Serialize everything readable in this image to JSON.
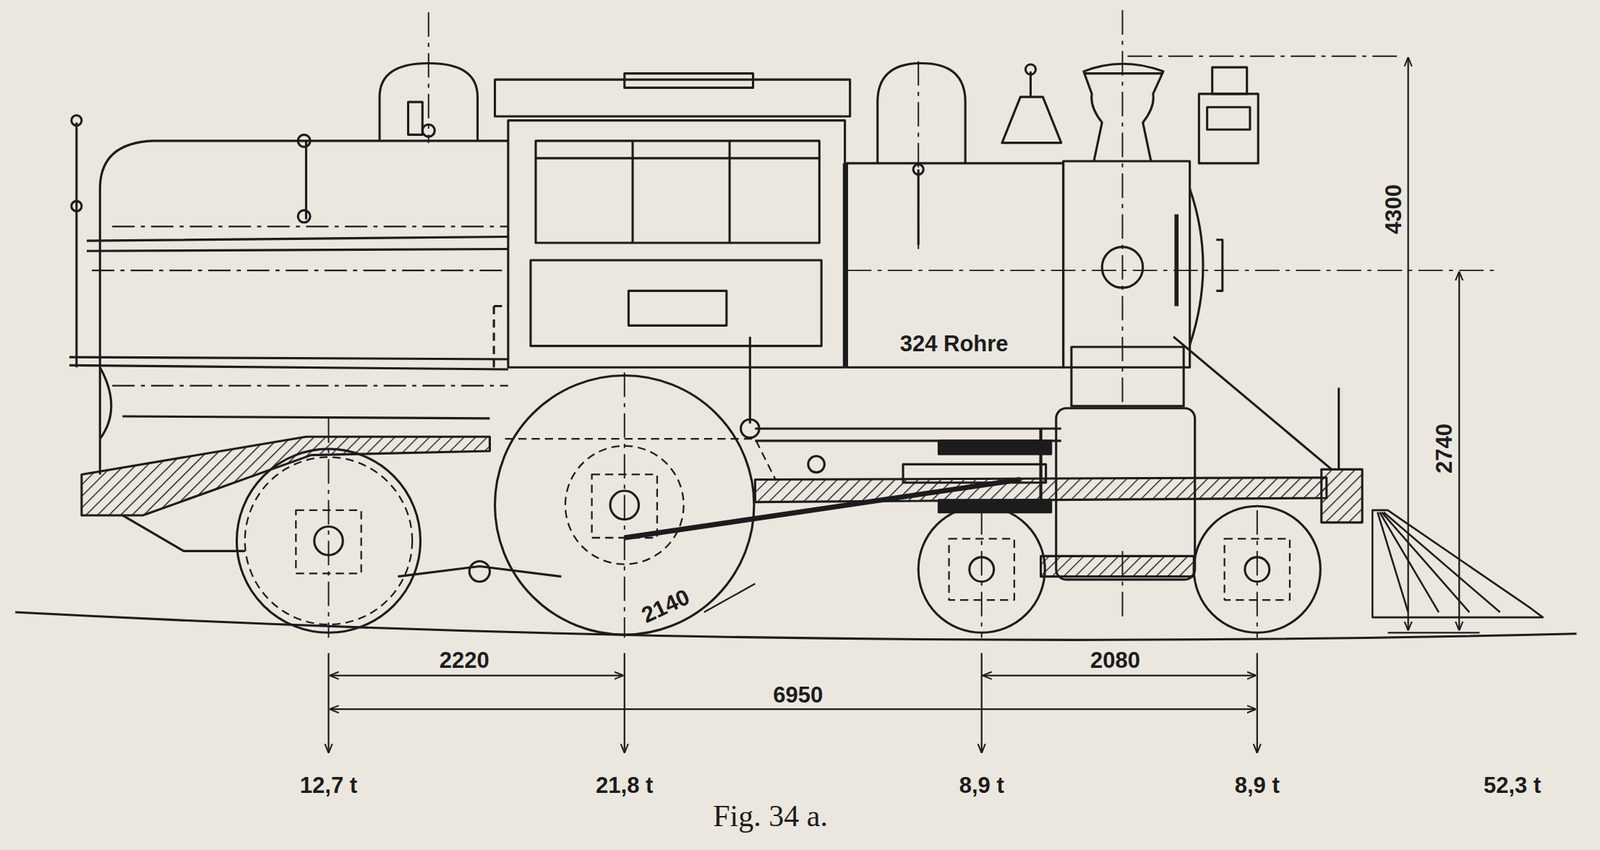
{
  "diagram": {
    "caption": "Fig. 34 a.",
    "labels": [
      "324 Rohre",
      "4300",
      "2740",
      "2220",
      "2140",
      "6950",
      "2080",
      "12,7 t",
      "21,8 t",
      "8,9 t",
      "8,9 t",
      "52,3 t"
    ]
  }
}
